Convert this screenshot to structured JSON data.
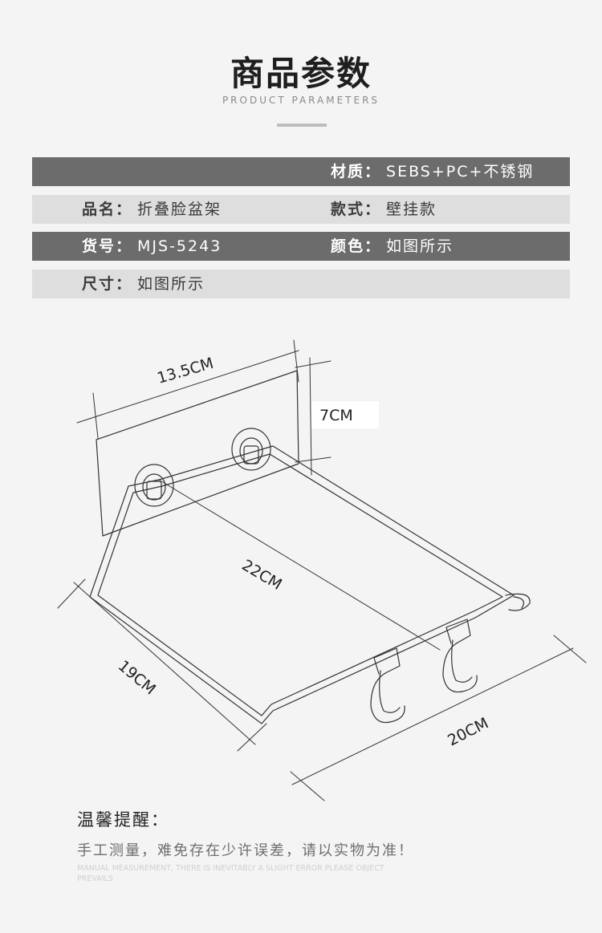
{
  "header": {
    "title": "商品参数",
    "subtitle": "PRODUCT PARAMETERS"
  },
  "params": {
    "material_label": "材质：",
    "material_value": "SEBS+PC+不锈钢",
    "name_label": "品名：",
    "name_value": "折叠脸盆架",
    "style_label": "款式：",
    "style_value": "壁挂款",
    "sku_label": "货号：",
    "sku_value": "MJS-5243",
    "color_label": "颜色：",
    "color_value": "如图所示",
    "size_label": "尺寸：",
    "size_value": "如图所示"
  },
  "dimensions": {
    "width_plate": "13.5CM",
    "height_plate": "7CM",
    "depth": "22CM",
    "side": "19CM",
    "front": "20CM"
  },
  "reminder": {
    "title": "温馨提醒：",
    "text": "手工测量，难免存在少许误差，请以实物为准！",
    "english": "MANUAL MEASUREMENT, THERE IS INEVITABLY A SLIGHT ERROR PLEASE OBJECT PREVAILS"
  },
  "colors": {
    "dark_row": "#6c6c6c",
    "light_row": "#dedede",
    "background": "#f4f4f4"
  }
}
